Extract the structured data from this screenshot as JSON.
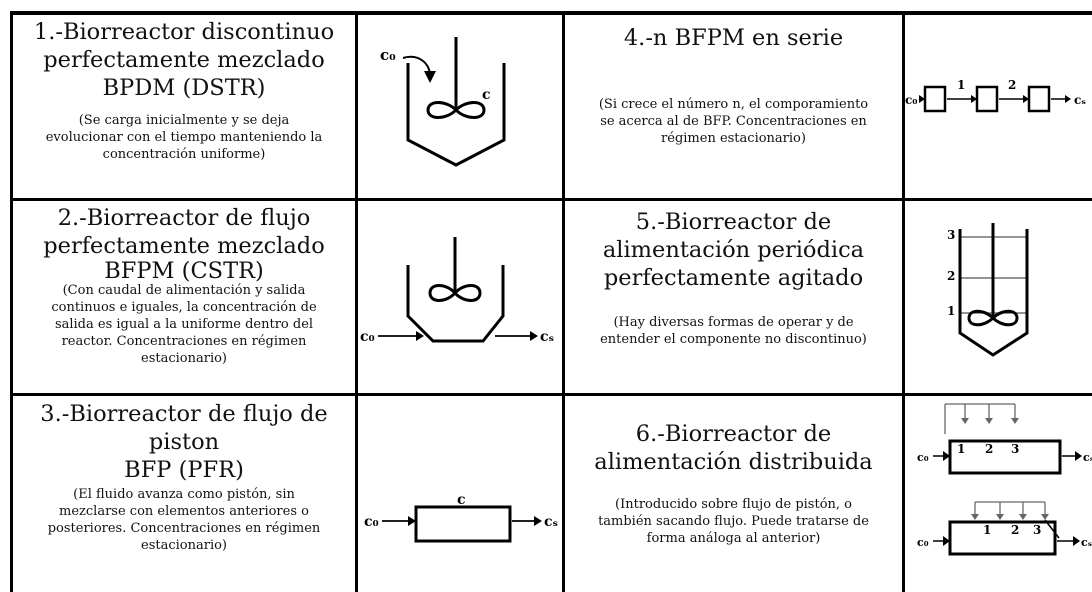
{
  "cells": [
    {
      "title": [
        "1.-Biorreactor discontinuo",
        "perfectamente mezclado",
        "BPDM (DSTR)"
      ],
      "desc": [
        "(Se carga inicialmente y se deja",
        "evolucionar con el tiempo manteniendo la",
        "concentración uniforme)"
      ]
    },
    {
      "title": [
        "2.-Biorreactor de flujo",
        "perfectamente mezclado",
        "BFPM (CSTR)"
      ],
      "desc": [
        "(Con caudal de alimentación y salida",
        "continuos e iguales, la concentración de",
        "salida es igual a la uniforme dentro del",
        "reactor. Concentraciones en régimen",
        "estacionario)"
      ]
    },
    {
      "title": [
        "3.-Biorreactor de flujo de",
        "piston",
        "BFP (PFR)"
      ],
      "desc": [
        "(El fluido avanza como pistón, sin",
        "mezclarse con elementos anteriores o",
        "posteriores. Concentraciones en régimen",
        "estacionario)"
      ]
    },
    {
      "title": [
        "4.-n BFPM en serie"
      ],
      "desc": [
        "(Si crece el número n, el comporamiento",
        "se acerca al de BFP. Concentraciones en",
        "régimen estacionario)"
      ]
    },
    {
      "title": [
        "5.-Biorreactor de",
        "alimentación periódica",
        "perfectamente agitado"
      ],
      "desc": [
        "(Hay diversas formas de operar y de",
        "entender el componente no discontinuo)"
      ]
    },
    {
      "title": [
        "6.-Biorreactor de",
        "alimentación distribuida"
      ],
      "desc": [
        "(Introducido sobre flujo de pistón, o",
        "también sacando flujo. Puede tratarse de",
        "forma análoga al anterior)"
      ]
    }
  ],
  "labels": {
    "c0": "c₀",
    "cs": "cₛ",
    "c": "c",
    "n1": "1",
    "n2": "2",
    "n3": "3"
  }
}
